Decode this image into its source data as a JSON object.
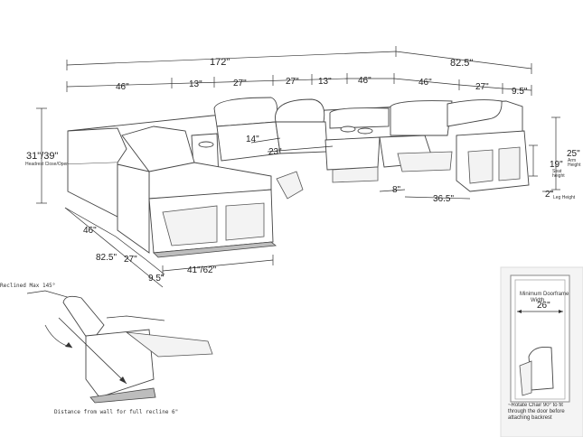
{
  "dimensions": {
    "overall_length": "172\"",
    "overall_depth_right": "82.5\"",
    "left_section": "46\"",
    "console_1": "13\"",
    "seat_a": "27\"",
    "seat_b": "27\"",
    "console_2": "13\"",
    "corner_width": "46\"",
    "corner_depth": "46\"",
    "right_seat": "27\"",
    "arm_right": "9.5\"",
    "seat_depth": "14\"",
    "backrest_seat": "23\"",
    "headrest_height": "31\"/39\"",
    "headrest_caption": "Headrest Close/Open",
    "arm_height": "25\"",
    "arm_height_caption": "Arm\nHeight",
    "seat_height": "19\"",
    "seat_height_caption": "Seat\nheight",
    "leg_height": "2\"",
    "leg_height_caption": "Leg Height",
    "footrest_gap": "8\"",
    "chair_depth_bottom": "36.5\"",
    "left_depth": "46\"",
    "left_overall_depth": "82.5\"",
    "left_seat": "27\"",
    "left_arm": "9.5\"",
    "reclined_depth": "41\"/62\""
  },
  "recline_detail": {
    "max_label": "Reclined Max 145°",
    "distance_label": "Distance from wall for full recline 6\""
  },
  "doorframe_detail": {
    "title": "Minimum Doorframe Width",
    "width": "26\"",
    "note": "~Rotate Chair 90° to fit through the door before attaching backrest"
  }
}
